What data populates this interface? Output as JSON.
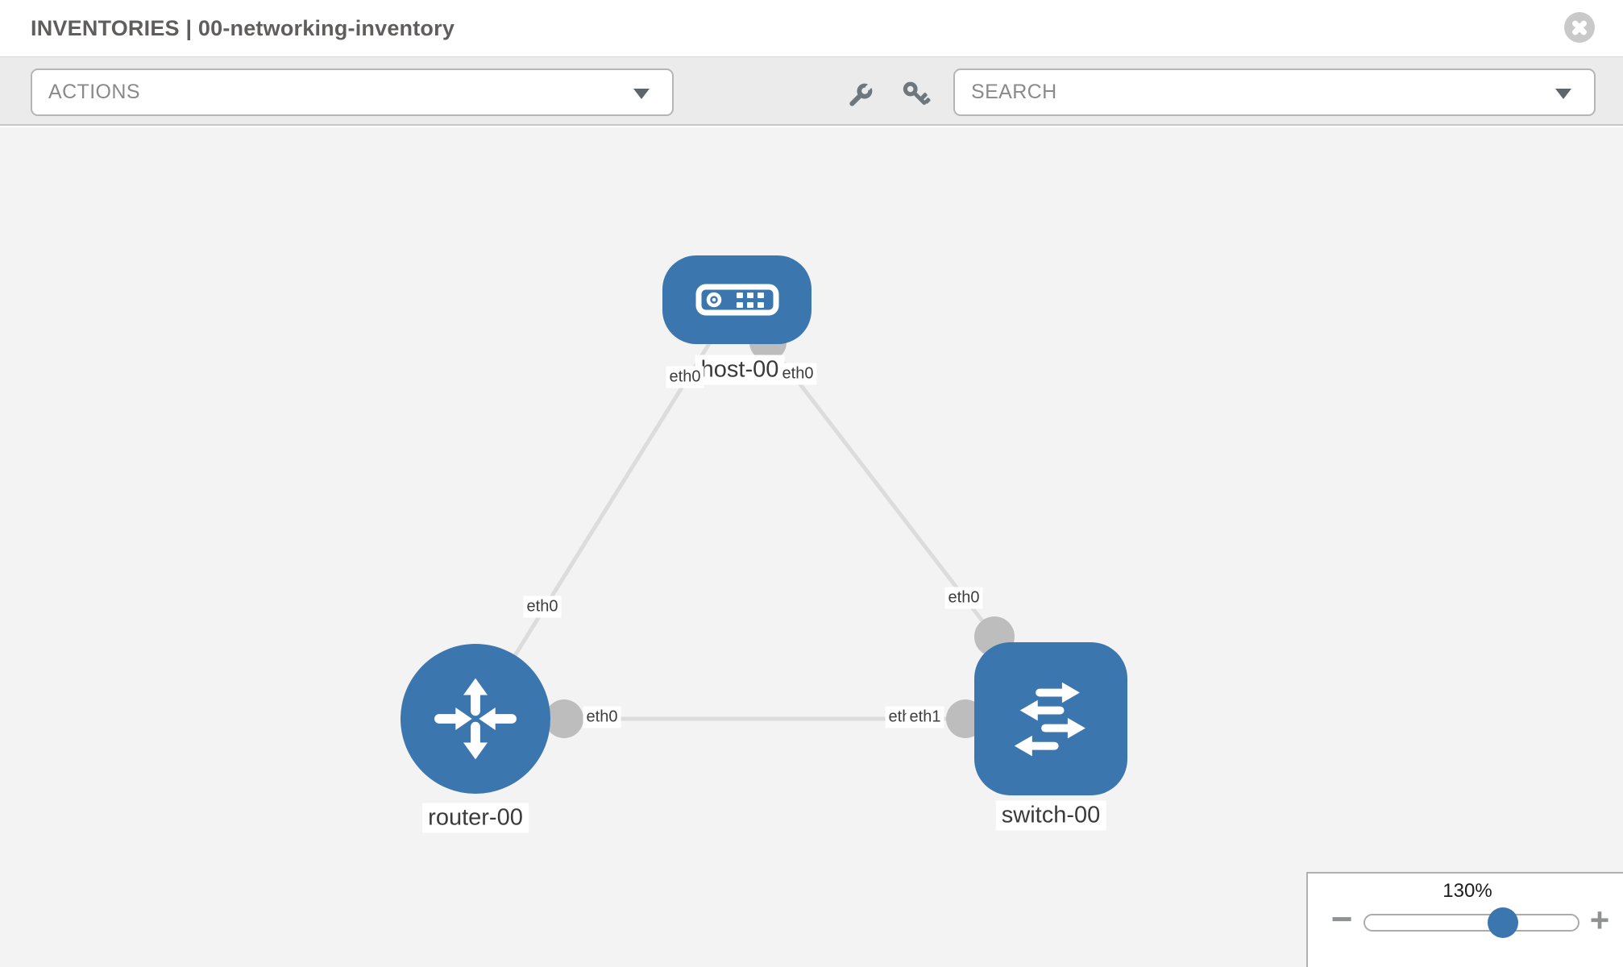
{
  "header": {
    "title": "INVENTORIES | 00-networking-inventory"
  },
  "toolbar": {
    "actions_dropdown": {
      "label": "ACTIONS"
    },
    "search_dropdown": {
      "placeholder": "SEARCH"
    },
    "icons": {
      "wrench": "wrench-icon",
      "key": "key-icon",
      "caret": "chevron-down-icon",
      "close": "close-icon"
    }
  },
  "topology": {
    "nodes": [
      {
        "id": "host-00",
        "type": "host",
        "label": "host-00"
      },
      {
        "id": "router-00",
        "type": "router",
        "label": "router-00"
      },
      {
        "id": "switch-00",
        "type": "switch",
        "label": "switch-00"
      }
    ],
    "links": [
      {
        "from": "host-00",
        "from_interface": "eth0",
        "to": "router-00",
        "to_interface": "eth0"
      },
      {
        "from": "host-00",
        "from_interface": "eth0",
        "to": "switch-00",
        "to_interface": "eth0"
      },
      {
        "from": "router-00",
        "from_interface": "eth0",
        "to": "switch-00",
        "to_interface": "eth1",
        "to_interface_overlapped": "eth0"
      }
    ]
  },
  "zoom_control": {
    "level": "130%",
    "minus_label": "−",
    "plus_label": "+"
  },
  "colors": {
    "node_fill": "#3b76af",
    "edge": "#dcdcdc",
    "port": "#bdbdbd",
    "canvas_bg": "#f4f3f3",
    "toolbar_bg": "#ebebeb"
  }
}
